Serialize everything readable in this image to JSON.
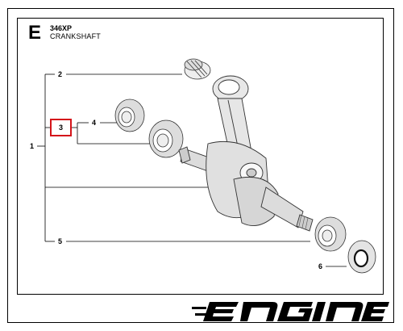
{
  "header": {
    "section_letter": "E",
    "model": "346XP",
    "part_name": "CRANKSHAFT"
  },
  "callouts": {
    "c1": "1",
    "c2": "2",
    "c3": "3",
    "c4": "4",
    "c5": "5",
    "c6": "6"
  },
  "highlighted_callout": "3",
  "colors": {
    "highlight": "#d4141a",
    "line": "#000000",
    "part_outline": "#333333"
  },
  "brand_logo_text": "ENGINE"
}
